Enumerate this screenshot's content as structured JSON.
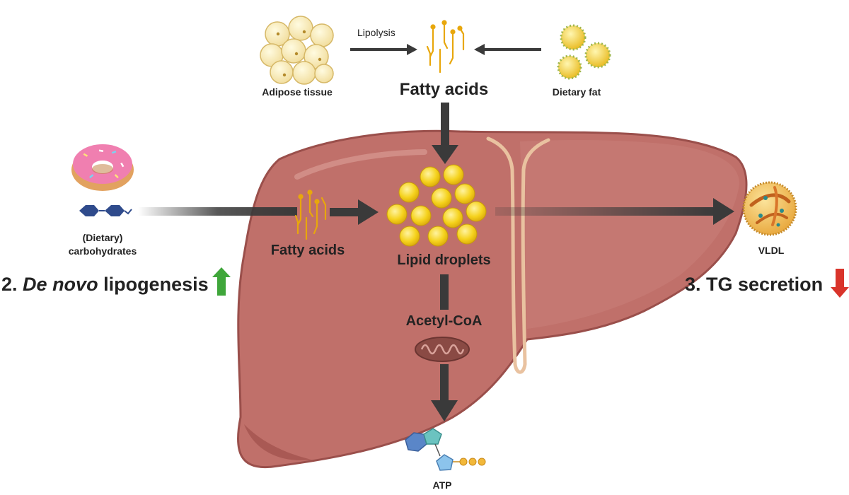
{
  "labels": {
    "adipose_tissue": "Adipose tissue",
    "lipolysis": "Lipolysis",
    "fatty_acids_top": "Fatty acids",
    "dietary_fat": "Dietary fat",
    "dietary_carbs_line1": "(Dietary)",
    "dietary_carbs_line2": "carbohydrates",
    "fatty_acids_liver": "Fatty acids",
    "lipid_droplets": "Lipid droplets",
    "acetyl_coa": "Acetyl-CoA",
    "vldl": "VLDL",
    "atp": "ATP"
  },
  "steps": {
    "lipogenesis_number": "2.",
    "lipogenesis_italic": "De novo",
    "lipogenesis_rest": "lipogenesis",
    "tg_secretion": "3. TG secretion"
  },
  "indicators": {
    "lipogenesis": "up",
    "tg_secretion": "down"
  },
  "colors": {
    "liver": "#c0706a",
    "liver_dark": "#9a4f4b",
    "arrow": "#3a3a3a",
    "droplet": "#f5d21c",
    "up_arrow": "#3fa63a",
    "down_arrow": "#d9342b",
    "glucose_hex": "#2f4b8c"
  }
}
